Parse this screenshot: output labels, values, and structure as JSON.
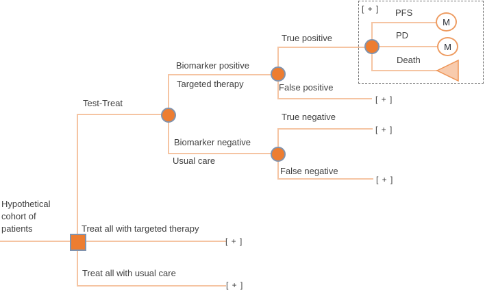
{
  "root": {
    "label": "Hypothetical cohort of patients"
  },
  "strategies": {
    "test_treat": {
      "label": "Test-Treat"
    },
    "treat_all_targeted": {
      "label": "Treat all with targeted therapy",
      "marker": "[ + ]"
    },
    "treat_all_usual": {
      "label": "Treat all with usual care",
      "marker": "[ + ]"
    }
  },
  "test_arm": {
    "biomarker_positive": {
      "label": "Biomarker positive",
      "sublabel": "Targeted therapy"
    },
    "biomarker_negative": {
      "label": "Biomarker negative",
      "sublabel": "Usual care"
    },
    "true_positive": {
      "label": "True positive"
    },
    "false_positive": {
      "label": "False positive",
      "marker": "[ + ]"
    },
    "true_negative": {
      "label": "True negative",
      "marker": "[ + ]"
    },
    "false_negative": {
      "label": "False negative",
      "marker": "[ + ]"
    }
  },
  "markov_box": {
    "marker": "[ + ]",
    "states": [
      {
        "label": "PFS",
        "terminal": "M"
      },
      {
        "label": "PD",
        "terminal": "M"
      },
      {
        "label": "Death",
        "terminal": ""
      }
    ]
  },
  "colors": {
    "node_fill": "#ED7D31",
    "node_border": "#8093AE",
    "branch_line": "#F5C4A2",
    "terminal_outline": "#EE9C62",
    "terminal_fill": "#F8CBAD",
    "dashed_box_border": "#707070",
    "text": "#3F3F3F"
  }
}
